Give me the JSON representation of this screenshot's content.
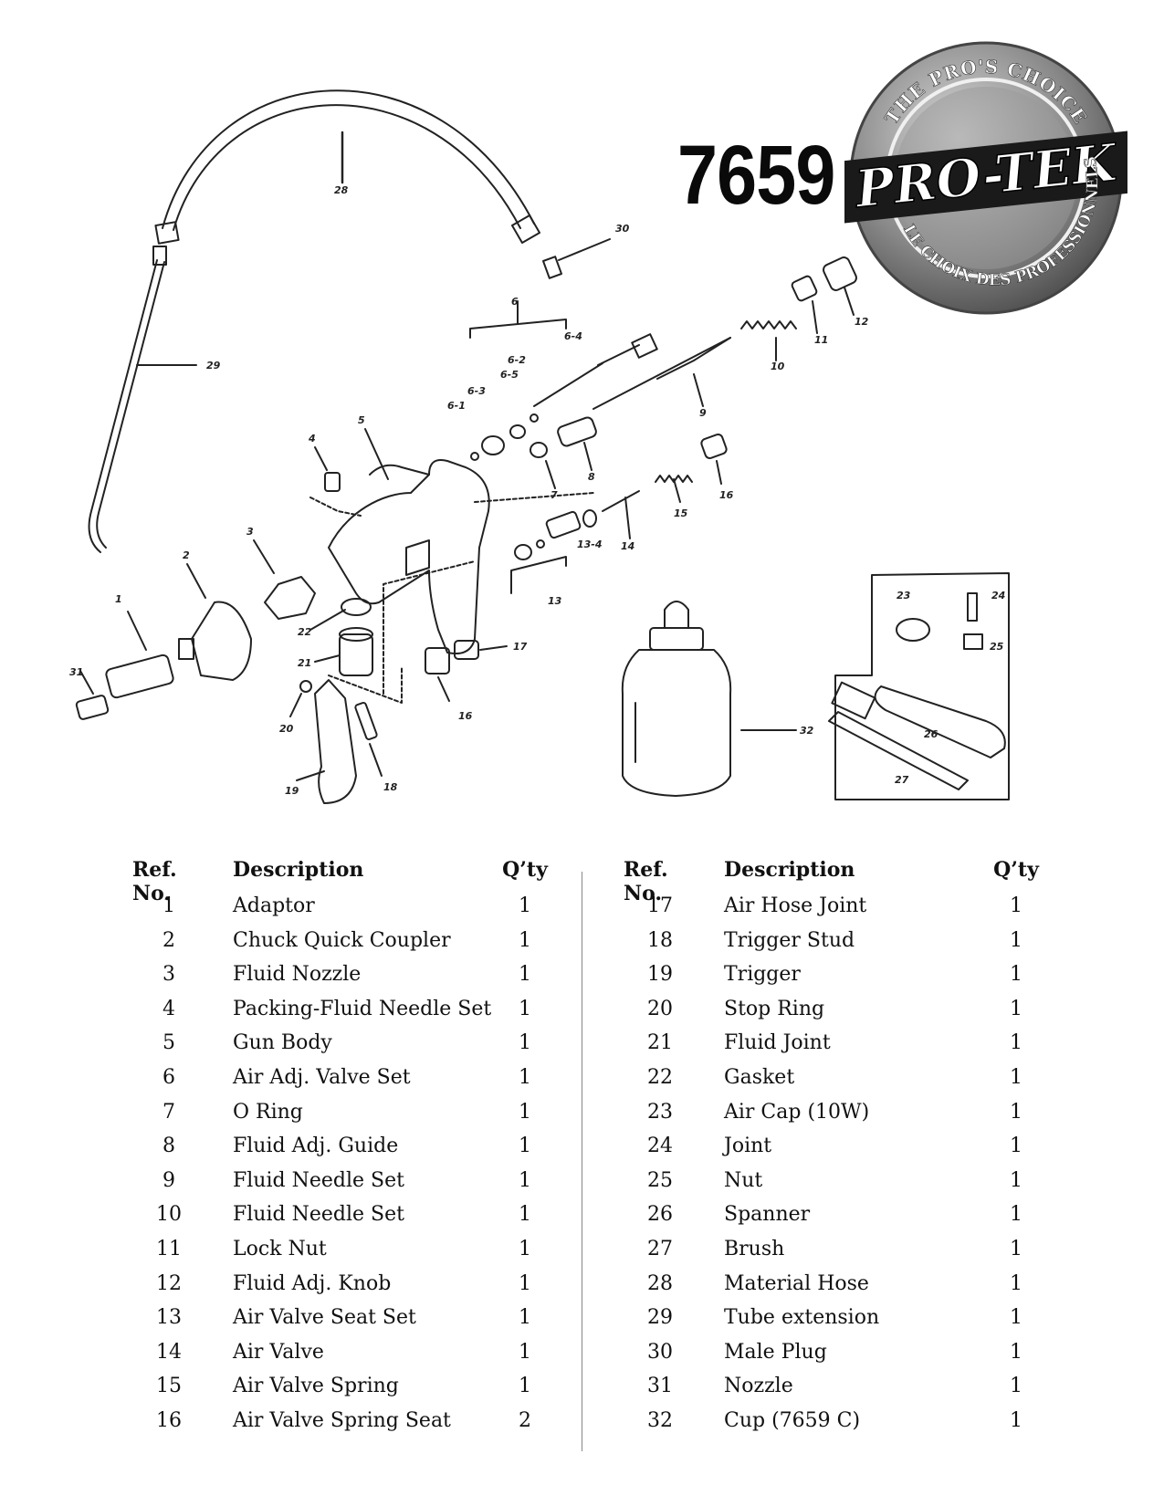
{
  "header": {
    "model_number": "7659",
    "logo": {
      "top_text": "THE PRO'S CHOICE",
      "brand": "PRO-TEK",
      "bottom_text": "LE CHOIX DES PROFESSIONNELS"
    }
  },
  "diagram": {
    "labels": [
      "1",
      "2",
      "3",
      "4",
      "5",
      "6",
      "6-1",
      "6-2",
      "6-3",
      "6-4",
      "6-5",
      "7",
      "8",
      "9",
      "10",
      "11",
      "12",
      "13",
      "13-4",
      "14",
      "15",
      "16",
      "16",
      "17",
      "18",
      "19",
      "20",
      "21",
      "22",
      "23",
      "24",
      "25",
      "26",
      "27",
      "28",
      "29",
      "30",
      "31",
      "32"
    ]
  },
  "table": {
    "headers": {
      "ref": "Ref. No.",
      "description": "Description",
      "qty": "Q’ty"
    },
    "left": [
      {
        "ref": "1",
        "description": "Adaptor",
        "qty": "1"
      },
      {
        "ref": "2",
        "description": "Chuck Quick Coupler",
        "qty": "1"
      },
      {
        "ref": "3",
        "description": "Fluid Nozzle",
        "qty": "1"
      },
      {
        "ref": "4",
        "description": "Packing-Fluid Needle Set",
        "qty": "1"
      },
      {
        "ref": "5",
        "description": "Gun Body",
        "qty": "1"
      },
      {
        "ref": "6",
        "description": "Air Adj. Valve Set",
        "qty": "1"
      },
      {
        "ref": "7",
        "description": "O Ring",
        "qty": "1"
      },
      {
        "ref": "8",
        "description": "Fluid Adj. Guide",
        "qty": "1"
      },
      {
        "ref": "9",
        "description": "Fluid Needle Set",
        "qty": "1"
      },
      {
        "ref": "10",
        "description": "Fluid Needle Set",
        "qty": "1"
      },
      {
        "ref": "11",
        "description": "Lock Nut",
        "qty": "1"
      },
      {
        "ref": "12",
        "description": "Fluid Adj. Knob",
        "qty": "1"
      },
      {
        "ref": "13",
        "description": "Air Valve Seat Set",
        "qty": "1"
      },
      {
        "ref": "14",
        "description": "Air Valve",
        "qty": "1"
      },
      {
        "ref": "15",
        "description": "Air Valve Spring",
        "qty": "1"
      },
      {
        "ref": "16",
        "description": "Air Valve Spring Seat",
        "qty": "2"
      }
    ],
    "right": [
      {
        "ref": "17",
        "description": "Air Hose Joint",
        "qty": "1"
      },
      {
        "ref": "18",
        "description": "Trigger Stud",
        "qty": "1"
      },
      {
        "ref": "19",
        "description": "Trigger",
        "qty": "1"
      },
      {
        "ref": "20",
        "description": "Stop Ring",
        "qty": "1"
      },
      {
        "ref": "21",
        "description": "Fluid Joint",
        "qty": "1"
      },
      {
        "ref": "22",
        "description": "Gasket",
        "qty": "1"
      },
      {
        "ref": "23",
        "description": "Air Cap (10W)",
        "qty": "1"
      },
      {
        "ref": "24",
        "description": "Joint",
        "qty": "1"
      },
      {
        "ref": "25",
        "description": "Nut",
        "qty": "1"
      },
      {
        "ref": "26",
        "description": "Spanner",
        "qty": "1"
      },
      {
        "ref": "27",
        "description": "Brush",
        "qty": "1"
      },
      {
        "ref": "28",
        "description": "Material Hose",
        "qty": "1"
      },
      {
        "ref": "29",
        "description": "Tube extension",
        "qty": "1"
      },
      {
        "ref": "30",
        "description": "Male Plug",
        "qty": "1"
      },
      {
        "ref": "31",
        "description": "Nozzle",
        "qty": "1"
      },
      {
        "ref": "32",
        "description": "Cup (7659 C)",
        "qty": "1"
      }
    ]
  }
}
